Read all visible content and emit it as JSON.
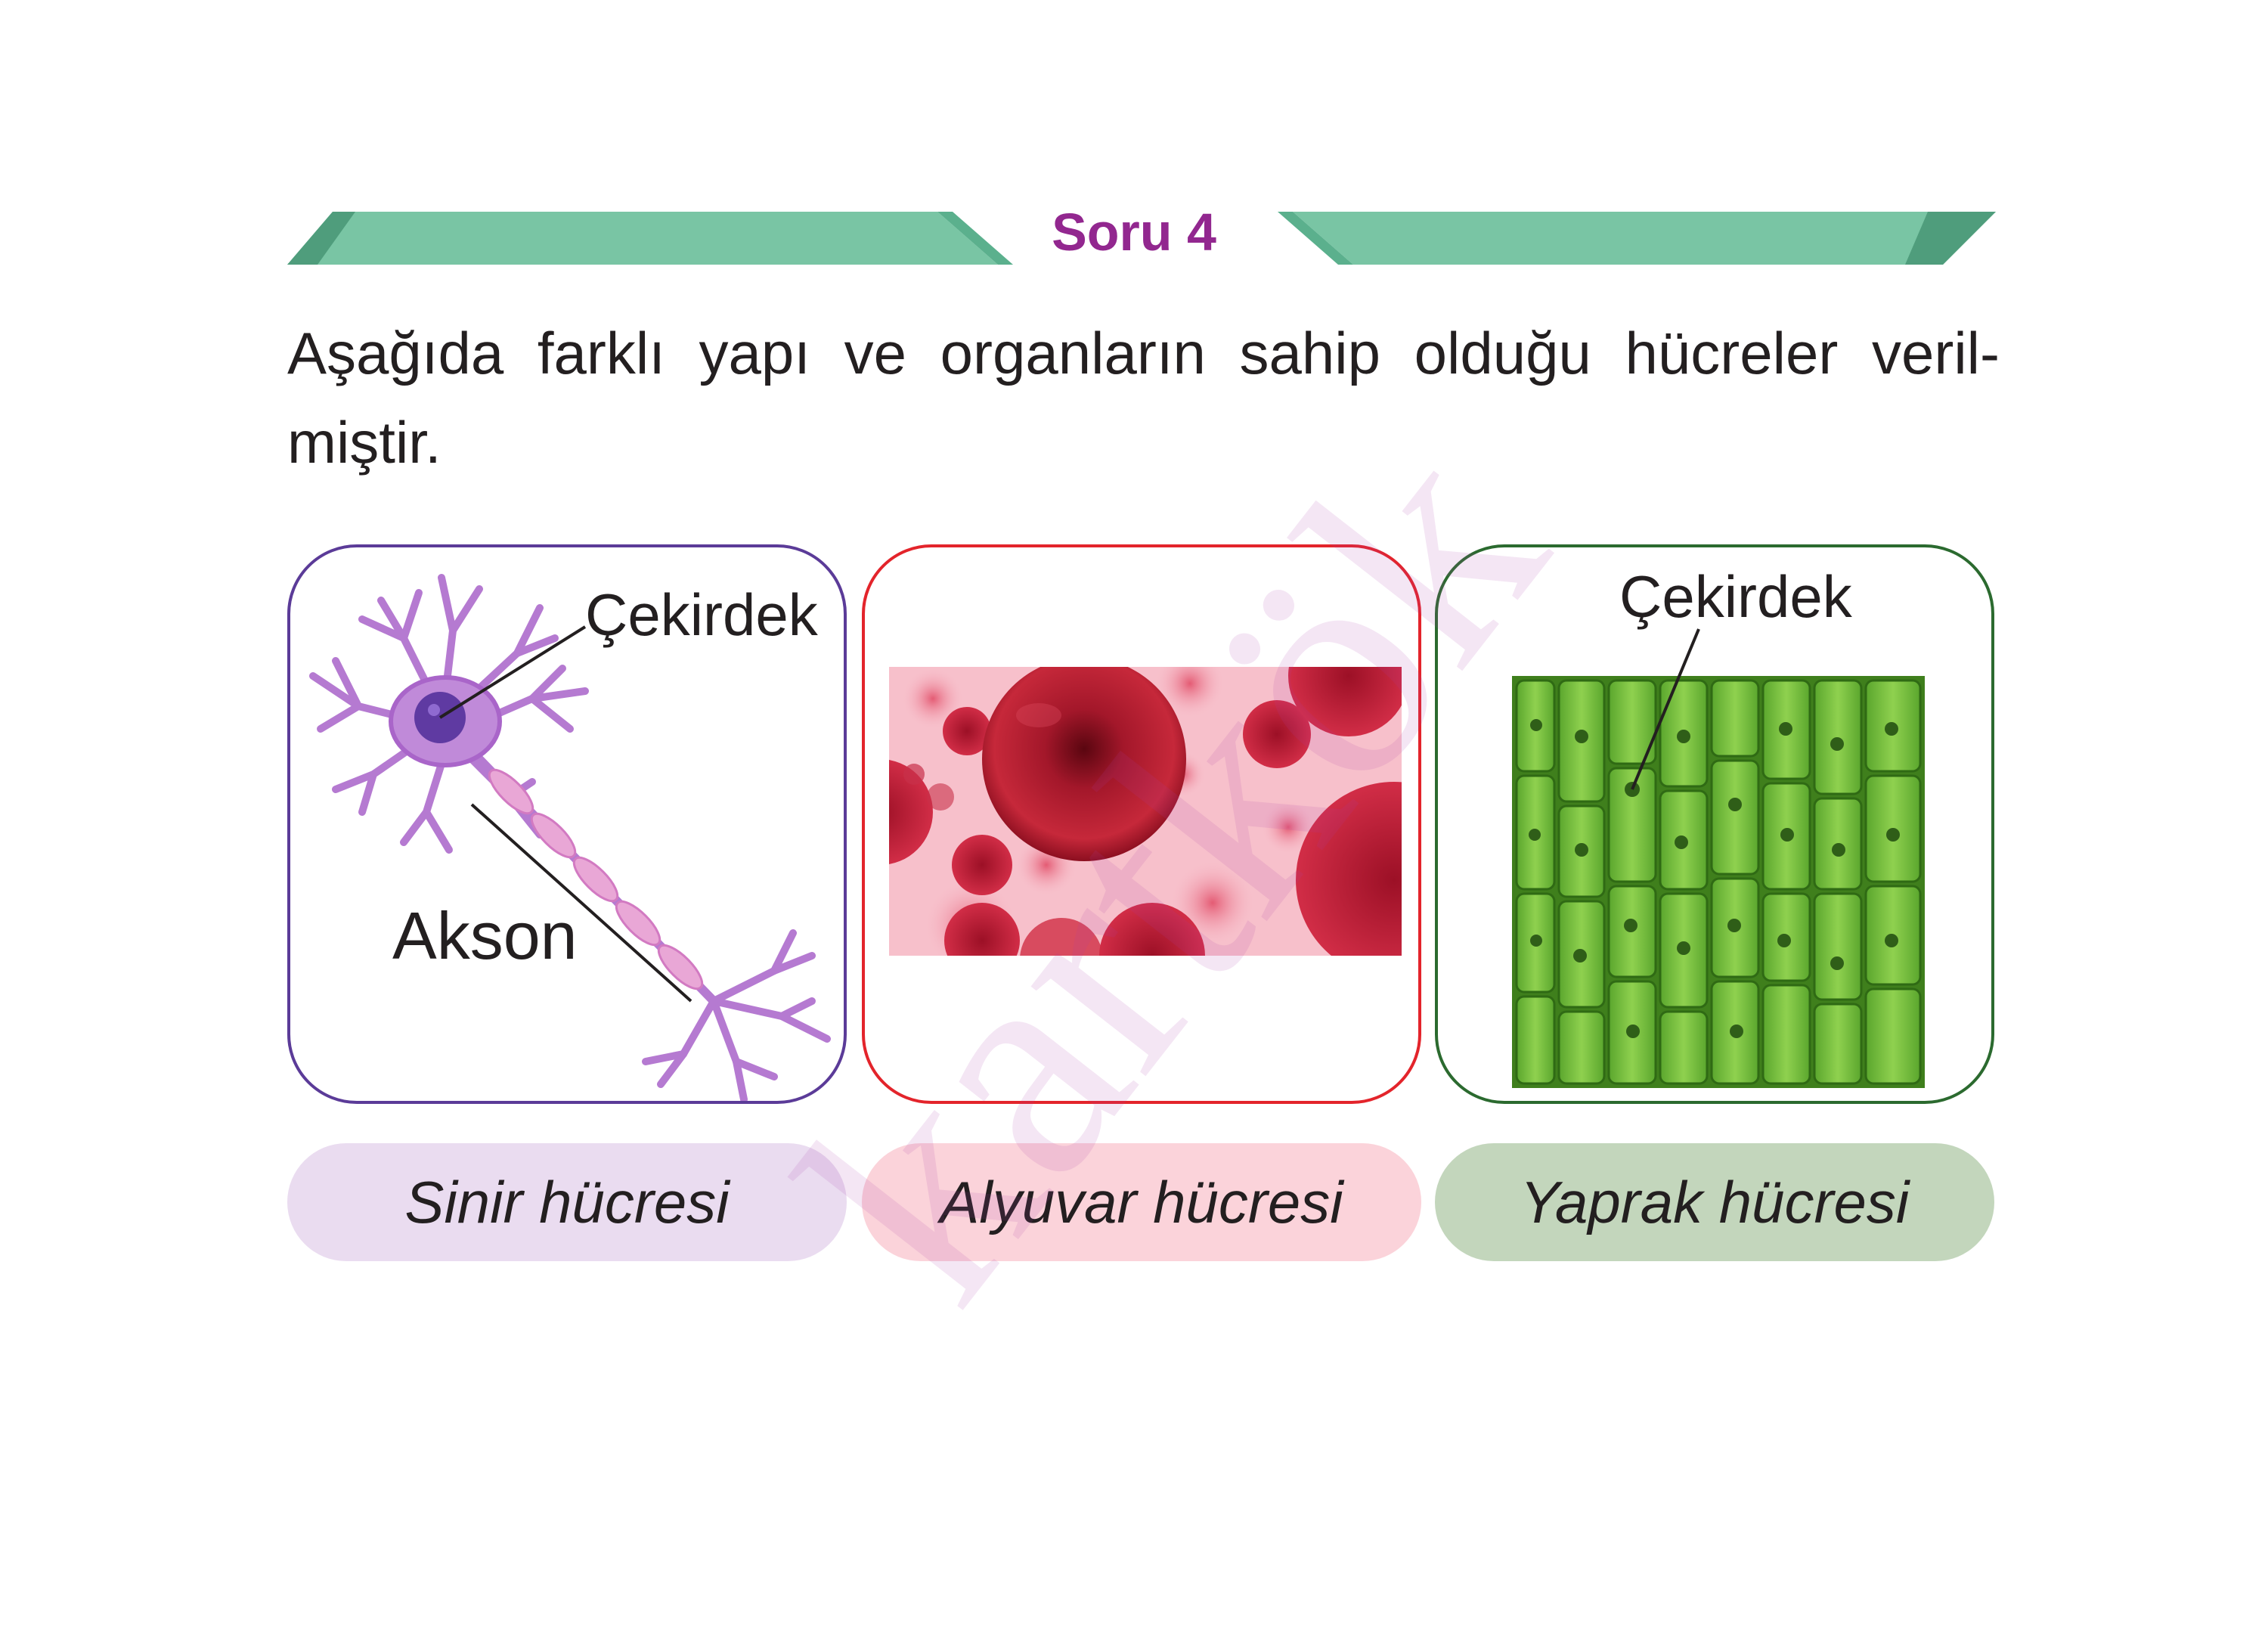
{
  "header": {
    "title": "Soru 4",
    "ribbon_color": "#79c5a4",
    "title_color": "#92278f"
  },
  "question": {
    "line1": "Aşağıda farklı yapı ve organların sahip olduğu hücreler veril-",
    "line2": "miştir."
  },
  "cards": [
    {
      "id": "nerve",
      "border_color": "#5b3b98",
      "labels": [
        "Çekirdek",
        "Akson"
      ],
      "caption": "Sinir hücresi",
      "caption_bg": "#eadcf0"
    },
    {
      "id": "blood",
      "border_color": "#e3242b",
      "labels": [],
      "caption": "Alyuvar hücresi",
      "caption_bg": "#fbd3da"
    },
    {
      "id": "leaf",
      "border_color": "#2b6a2f",
      "labels": [
        "Çekirdek"
      ],
      "caption": "Yaprak hücresi",
      "caption_bg": "#c3d6bc"
    }
  ],
  "watermark": "kartkök"
}
